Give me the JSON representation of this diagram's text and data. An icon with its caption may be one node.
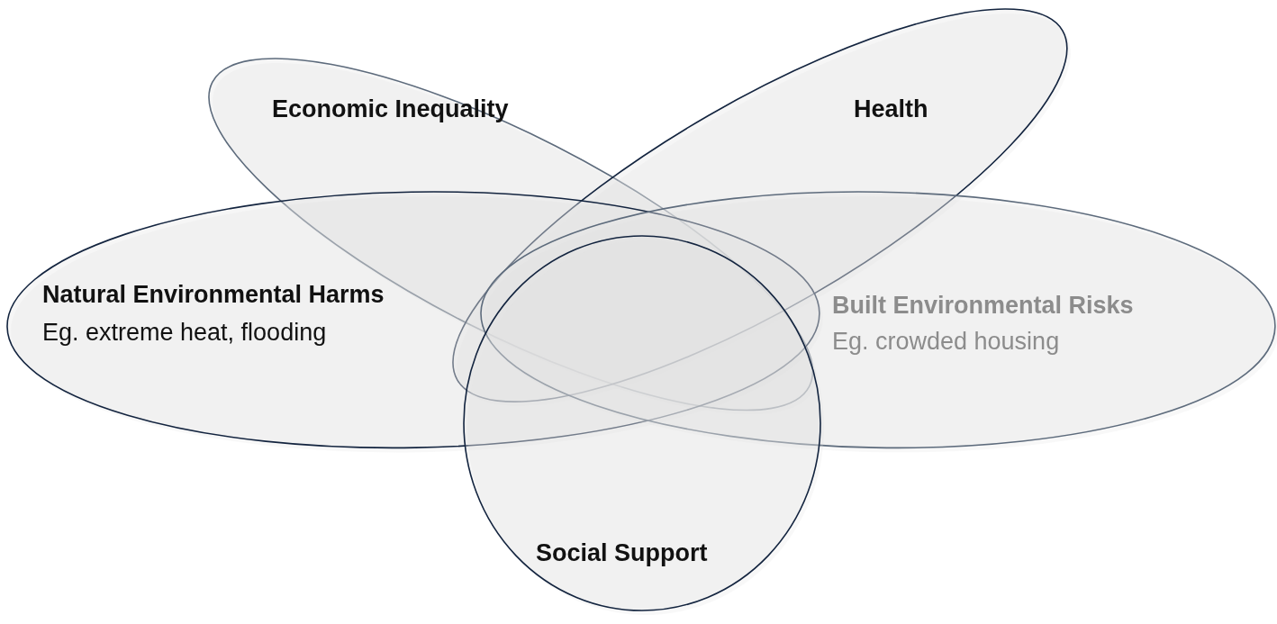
{
  "diagram": {
    "nodes": [
      {
        "text": [
          "Economic Inequality"
        ]
      },
      {
        "text": [
          "Health"
        ]
      },
      {
        "text": [
          "Natural Environmental Harms",
          "Eg. extreme heat, flooding"
        ]
      },
      {
        "text": [
          "Built Environmental Risks",
          "Eg. crowded housing"
        ]
      },
      {
        "text": [
          "Social Support"
        ]
      }
    ]
  }
}
